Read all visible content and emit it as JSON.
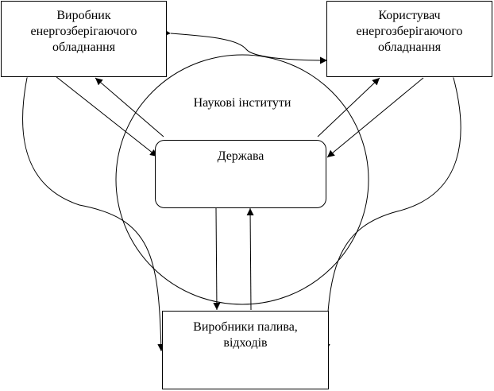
{
  "nodes": {
    "manufacturer": "Виробник\nенергозберігаючого\nобладнання",
    "user": "Користувач\nенергозберігаючого\nобладнання",
    "institutes": "Наукові інститути",
    "state": "Держава",
    "fuel_producers": "Виробники палива,\nвідходів"
  },
  "colors": {
    "line": "#000000",
    "background": "#ffffff"
  }
}
